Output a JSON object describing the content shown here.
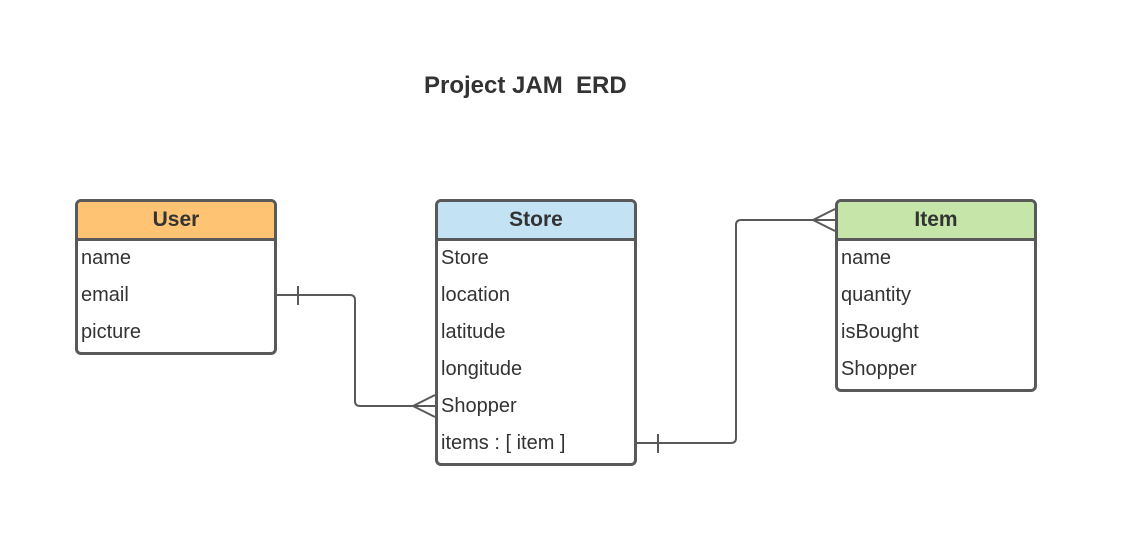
{
  "title": "Project JAM  ERD",
  "colors": {
    "border": "#595959",
    "connector": "#595959",
    "user_header": "#FFC374",
    "store_header": "#C3E3F5",
    "item_header": "#C6E6A9"
  },
  "entities": {
    "user": {
      "name": "User",
      "fields": [
        "name",
        "email",
        "picture"
      ]
    },
    "store": {
      "name": "Store",
      "fields": [
        "Store",
        "location",
        "latitude",
        "longitude",
        "Shopper",
        "items : [ item ]"
      ]
    },
    "item": {
      "name": "Item",
      "fields": [
        "name",
        "quantity",
        "isBought",
        "Shopper"
      ]
    }
  },
  "relationships": [
    {
      "from": "User.email",
      "from_cardinality": "one",
      "to": "Store.Shopper",
      "to_cardinality": "many"
    },
    {
      "from": "Store.items : [ item ]",
      "from_cardinality": "one",
      "to": "Item",
      "to_cardinality": "many"
    }
  ]
}
